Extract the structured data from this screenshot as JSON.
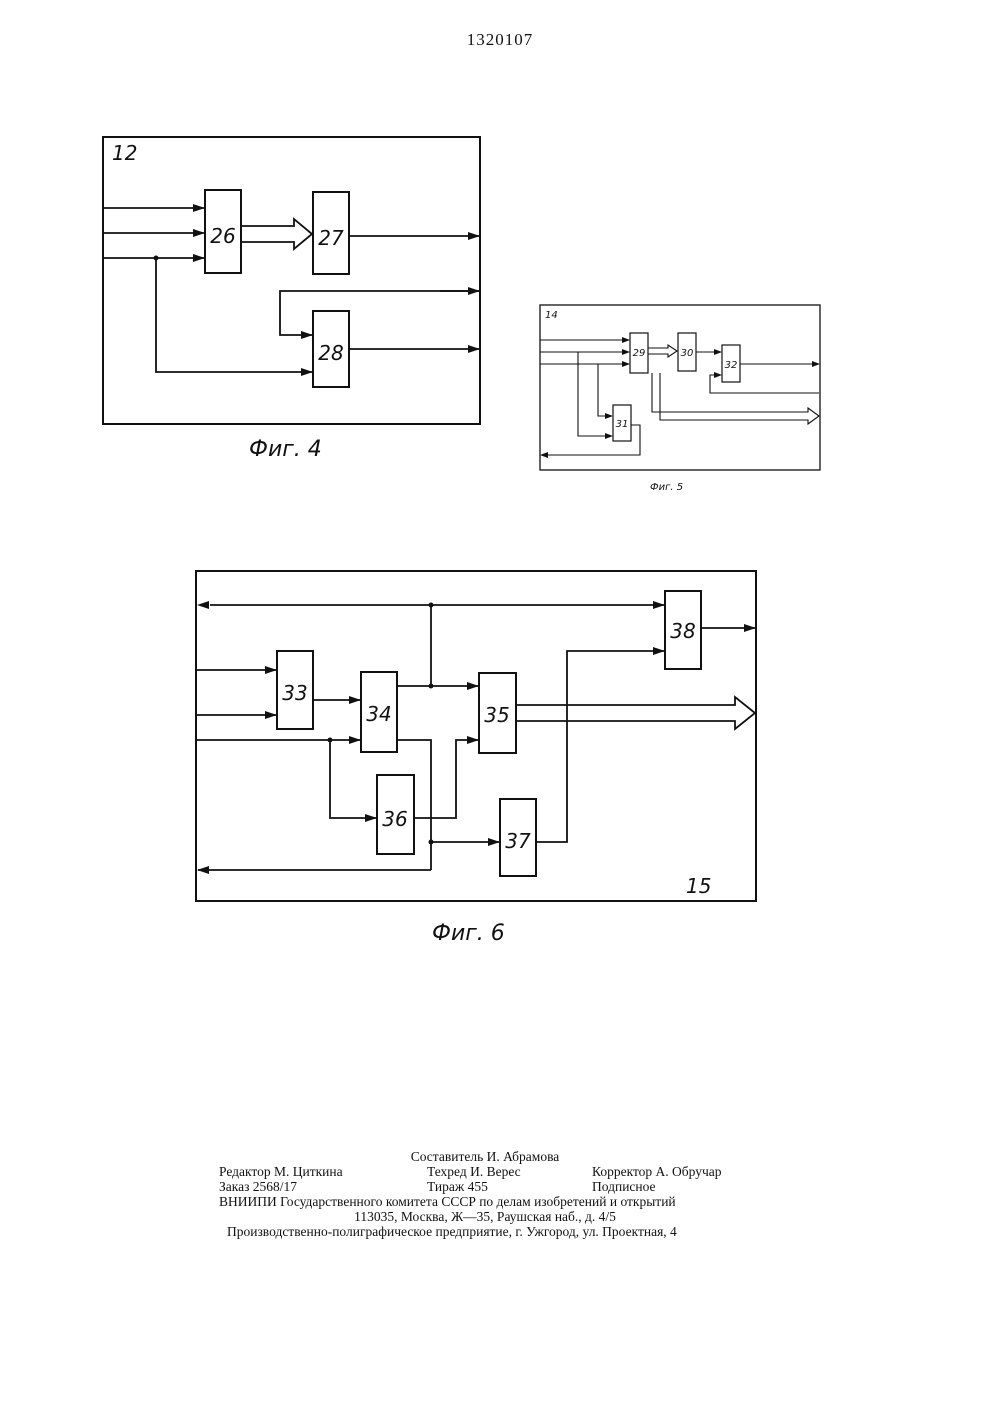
{
  "header": {
    "patent_number": "1320107"
  },
  "fig4": {
    "caption": "Фиг. 4",
    "frame_label": "12",
    "blocks": [
      "26",
      "27",
      "28"
    ]
  },
  "fig5": {
    "caption": "Фиг. 5",
    "frame_label": "14",
    "blocks": [
      "29",
      "30",
      "31",
      "32"
    ]
  },
  "fig6": {
    "caption": "Фиг. 6",
    "frame_label": "15",
    "blocks": [
      "33",
      "34",
      "35",
      "36",
      "37",
      "38"
    ]
  },
  "colophon": {
    "compiler": "Составитель И. Абрамова",
    "editor": "Редактор М. Циткина",
    "techred": "Техред И. Верес",
    "corrector": "Корректор А. Обручар",
    "order": "Заказ 2568/17",
    "circulation": "Тираж 455",
    "subscription": "Подписное",
    "org": "ВНИИПИ Государственного комитета СССР по делам изобретений и открытий",
    "address": "113035, Москва, Ж—35, Раушская наб., д. 4/5",
    "printer": "Производственно-полиграфическое предприятие, г. Ужгород, ул. Проектная, 4"
  }
}
